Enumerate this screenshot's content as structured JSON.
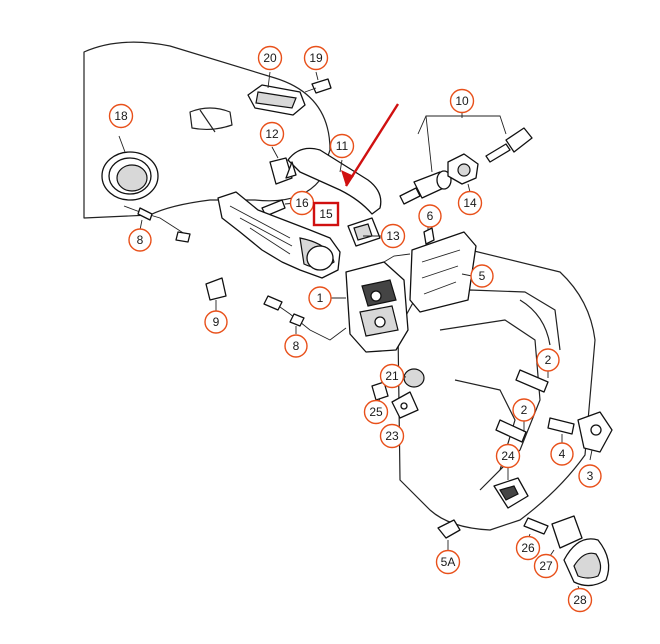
{
  "callouts": [
    {
      "label": "20",
      "color": "#e8501a"
    },
    {
      "label": "19",
      "color": "#e8501a"
    },
    {
      "label": "18",
      "color": "#e8501a"
    },
    {
      "label": "12",
      "color": "#e8501a"
    },
    {
      "label": "11",
      "color": "#e8501a"
    },
    {
      "label": "10",
      "color": "#e8501a"
    },
    {
      "label": "16",
      "color": "#e8501a"
    },
    {
      "label": "15",
      "color": "#d01010"
    },
    {
      "label": "14",
      "color": "#e8501a"
    },
    {
      "label": "6",
      "color": "#e8501a"
    },
    {
      "label": "13",
      "color": "#e8501a"
    },
    {
      "label": "8",
      "color": "#e8501a"
    },
    {
      "label": "5",
      "color": "#e8501a"
    },
    {
      "label": "1",
      "color": "#e8501a"
    },
    {
      "label": "9",
      "color": "#e8501a"
    },
    {
      "label": "8",
      "color": "#e8501a"
    },
    {
      "label": "2",
      "color": "#e8501a"
    },
    {
      "label": "21",
      "color": "#e8501a"
    },
    {
      "label": "25",
      "color": "#e8501a"
    },
    {
      "label": "2",
      "color": "#e8501a"
    },
    {
      "label": "23",
      "color": "#e8501a"
    },
    {
      "label": "4",
      "color": "#e8501a"
    },
    {
      "label": "24",
      "color": "#e8501a"
    },
    {
      "label": "3",
      "color": "#e8501a"
    },
    {
      "label": "26",
      "color": "#e8501a"
    },
    {
      "label": "5A",
      "color": "#e8501a"
    },
    {
      "label": "27",
      "color": "#e8501a"
    },
    {
      "label": "28",
      "color": "#e8501a"
    }
  ],
  "highlight": {
    "label": "15",
    "arrow_color": "#d01010",
    "box_color": "#d01010"
  }
}
